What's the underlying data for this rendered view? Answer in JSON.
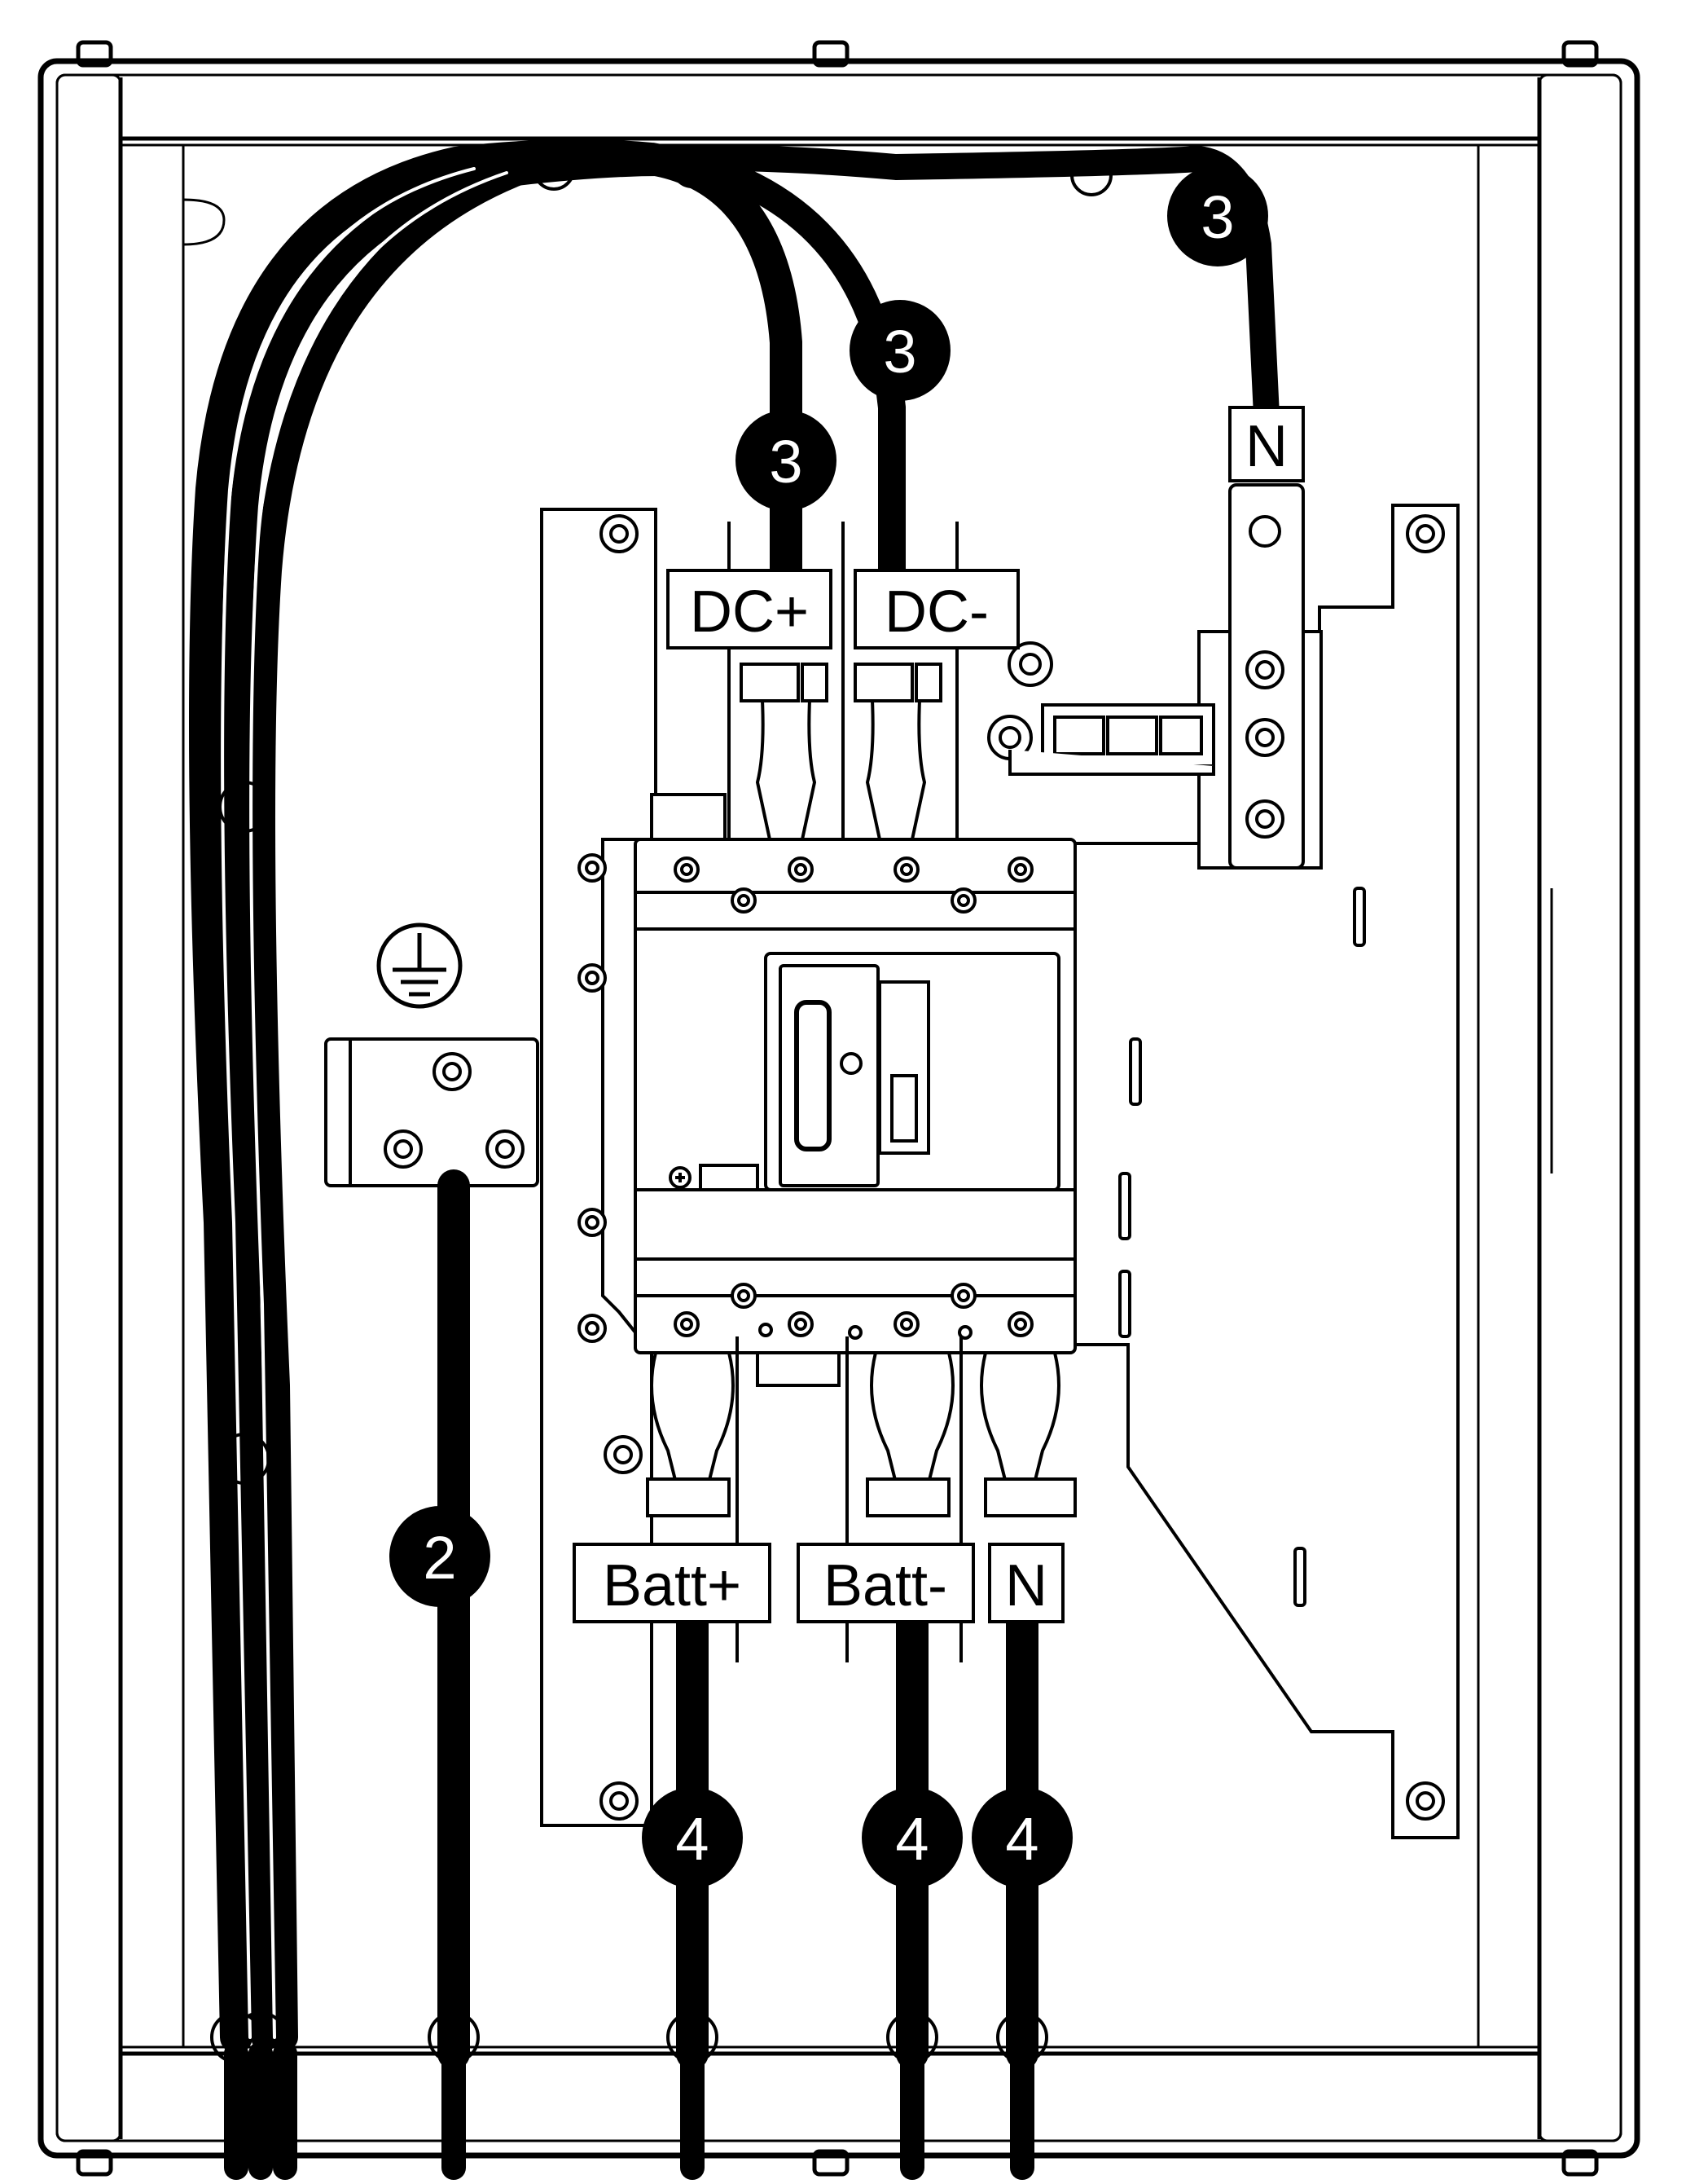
{
  "terminals": {
    "dc_plus": "DC+",
    "dc_minus": "DC-",
    "neutral_top": "N",
    "batt_plus": "Batt+",
    "batt_minus": "Batt-",
    "neutral_bottom": "N"
  },
  "callouts": {
    "dc_plus_cable": "3",
    "dc_minus_cable": "3",
    "neutral_top_cable": "3",
    "ground_cable": "2",
    "batt_plus_cable": "4",
    "batt_minus_cable": "4",
    "neutral_bottom_cable": "4"
  },
  "symbols": {
    "ground": "protective-earth-icon"
  },
  "colors": {
    "line": "#000000",
    "background": "#ffffff"
  }
}
